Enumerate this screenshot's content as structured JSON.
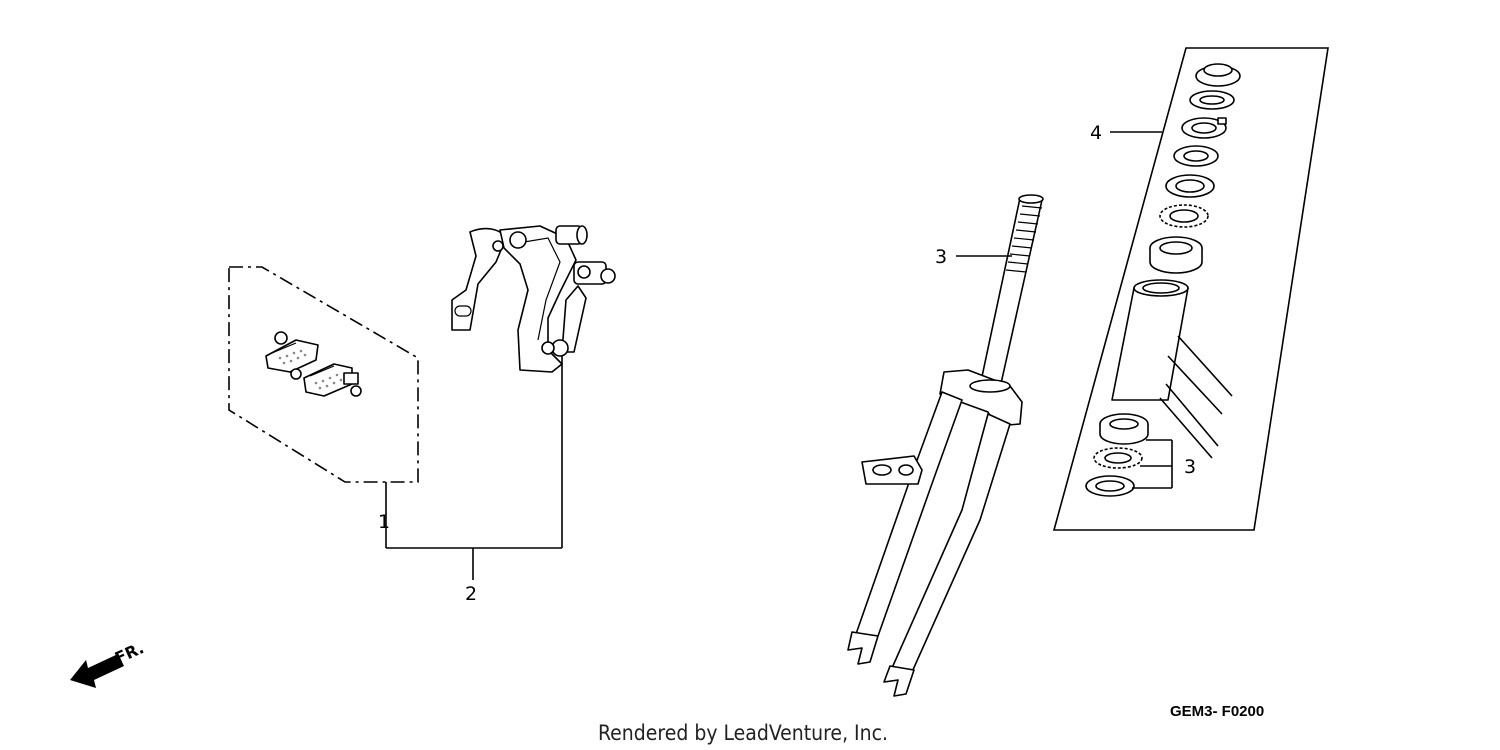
{
  "callouts": {
    "c1": "1",
    "c2": "2",
    "c3_fork": "3",
    "c3_head": "3",
    "c4": "4"
  },
  "direction": {
    "label": "FR."
  },
  "diagram_code": "GEM3- F0200",
  "credit": "Rendered by LeadVenture, Inc."
}
